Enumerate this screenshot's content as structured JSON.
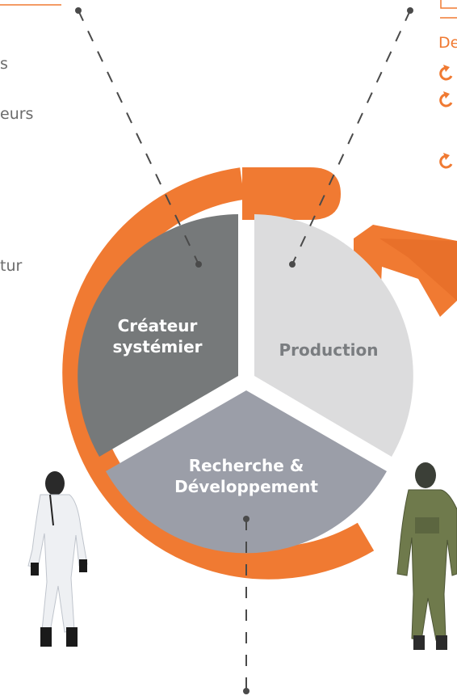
{
  "colors": {
    "accent": "#f07a32",
    "segment_createur": "#76797a",
    "segment_production": "#dcdcdd",
    "segment_recherche": "#9b9ea8",
    "dashed_line": "#4a4a4a",
    "left_text": "#6b6b6b"
  },
  "left_column": {
    "fragments": [
      "s",
      "eurs",
      "tur"
    ]
  },
  "right_column": {
    "header_fragment": "De",
    "cycle_icon_name": "cycle-arrow-icon"
  },
  "diagram": {
    "segments": {
      "createur": [
        "Créateur",
        "systémier"
      ],
      "production": "Production",
      "recherche": [
        "Recherche &",
        "Développement"
      ]
    }
  },
  "figures": {
    "left": "person-in-white-protective-suit",
    "right": "person-in-green-pilot-suit"
  }
}
